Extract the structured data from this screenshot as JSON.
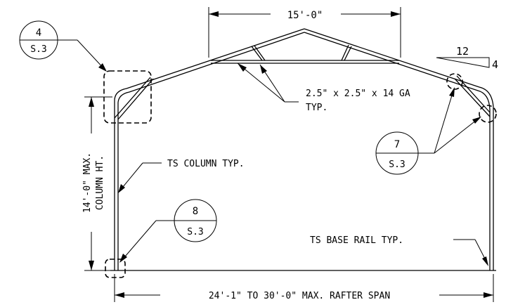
{
  "dimensions": {
    "top_span": "15'-0\"",
    "bottom_span": "24'-1\" TO 30'-0\" MAX. RAFTER SPAN",
    "column_height_line1": "14'-0\" MAX.",
    "column_height_line2": "COLUMN HT."
  },
  "slope": {
    "rise": "4",
    "run": "12"
  },
  "notes": {
    "brace_line1": "2.5\" x 2.5\" x 14 GA",
    "brace_line2": "TYP.",
    "column": "TS COLUMN TYP.",
    "base_rail": "TS BASE RAIL TYP."
  },
  "detail_callouts": [
    {
      "detail": "4",
      "sheet": "S.3"
    },
    {
      "detail": "7",
      "sheet": "S.3"
    },
    {
      "detail": "8",
      "sheet": "S.3"
    }
  ]
}
